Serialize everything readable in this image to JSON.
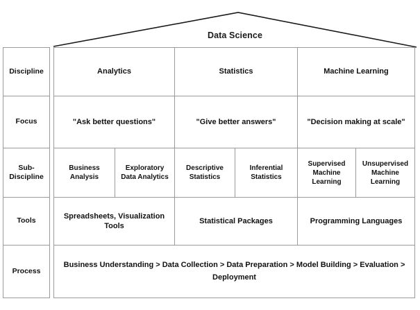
{
  "title": "Data Science",
  "row_labels": [
    "Discipline",
    "Focus",
    "Sub-Discipline",
    "Tools",
    "Process"
  ],
  "rows": {
    "discipline": {
      "label": "Discipline",
      "cells": [
        "Analytics",
        "Statistics",
        "Machine Learning"
      ]
    },
    "focus": {
      "label": "Focus",
      "cells": [
        "\"Ask better questions\"",
        "\"Give better answers\"",
        "\"Decision making at scale\""
      ]
    },
    "sub_discipline": {
      "label": "Sub-Discipline",
      "cells": [
        "Business Analysis",
        "Exploratory Data Analytics",
        "Descriptive Statistics",
        "Inferential Statistics",
        "Supervised Machine Learning",
        "Unsupervised Machine Learning"
      ]
    },
    "tools": {
      "label": "Tools",
      "cells": [
        "Spreadsheets, Visualization Tools",
        "Statistical Packages",
        "Programming Languages"
      ]
    },
    "process": {
      "label": "Process",
      "cells": [
        "Business Understanding > Data Collection > Data Preparation > Model Building > Evaluation > Deployment"
      ]
    }
  },
  "colors": {
    "border": "#9a9a9a",
    "roof_line": "#1a1a1a",
    "text": "#111111",
    "background": "#ffffff"
  }
}
